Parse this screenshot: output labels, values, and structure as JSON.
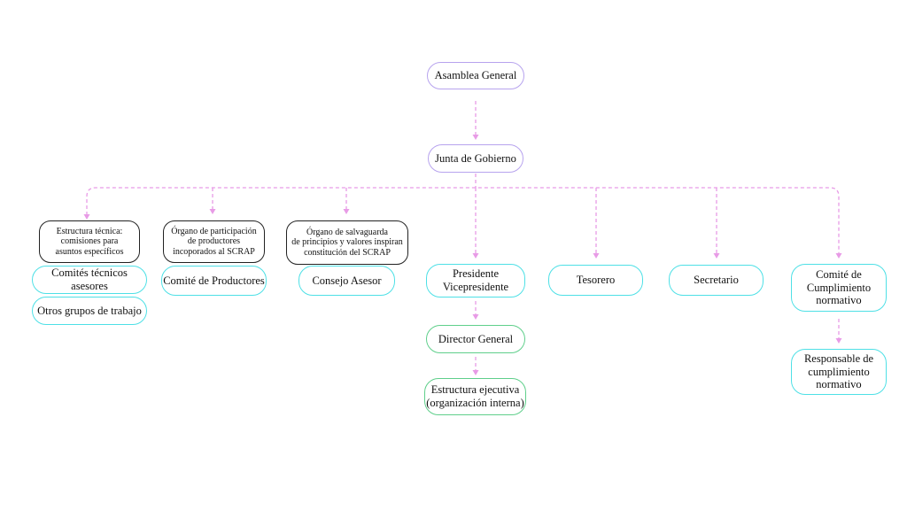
{
  "diagram": {
    "asamblea_general": "Asamblea General",
    "junta_de_gobierno": "Junta de Gobierno",
    "estructura_tecnica": "Estructura técnica:\ncomisiones para\nasuntos específicos",
    "comites_tecnicos": "Comités técnicos asesores",
    "otros_grupos": "Otros grupos de trabajo",
    "organo_participacion": "Órgano de participación\nde productores\nincoporados al SCRAP",
    "comite_productores": "Comité de Productores",
    "organo_salvaguarda": "Órgano de salvaguarda\nde principios y valores inspiran\nconstitución del SCRAP",
    "consejo_asesor": "Consejo Asesor",
    "presidente": "Presidente\nVicepresidente",
    "director_general": "Director General",
    "estructura_ejecutiva": "Estructura ejecutiva\n(organización interna)",
    "tesorero": "Tesorero",
    "secretario": "Secretario",
    "comite_cumplimiento": "Comité de\nCumplimiento\nnormativo",
    "responsable_cumplimiento": "Responsable de\ncumplimiento\nnormativo"
  },
  "colors": {
    "governance_border": "#b7a3ee",
    "advisory_border": "#222222",
    "unit_border": "#4ee0e6",
    "executive_border": "#5fcf8b",
    "connector": "#e89be6"
  }
}
